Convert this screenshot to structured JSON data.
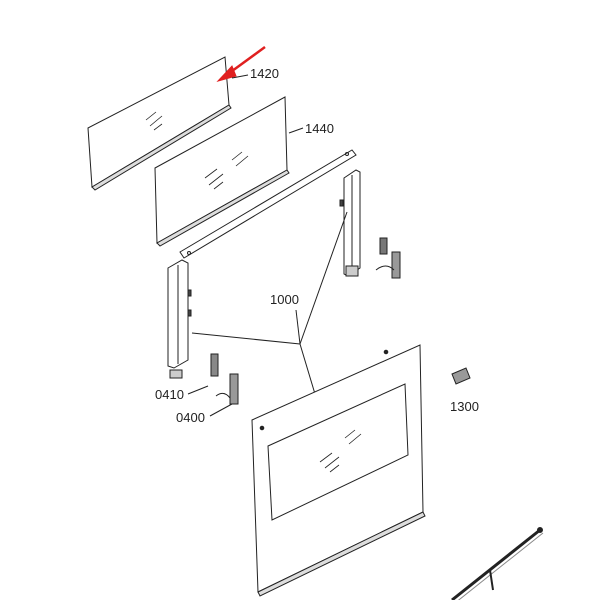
{
  "diagram": {
    "labels": {
      "glass_outer": "1420",
      "glass_inner": "1440",
      "door_assembly": "1000",
      "hinge_receiver": "0410",
      "hinge": "0400",
      "clip": "1300"
    },
    "colors": {
      "line": "#222222",
      "arrow": "#e02020"
    }
  }
}
